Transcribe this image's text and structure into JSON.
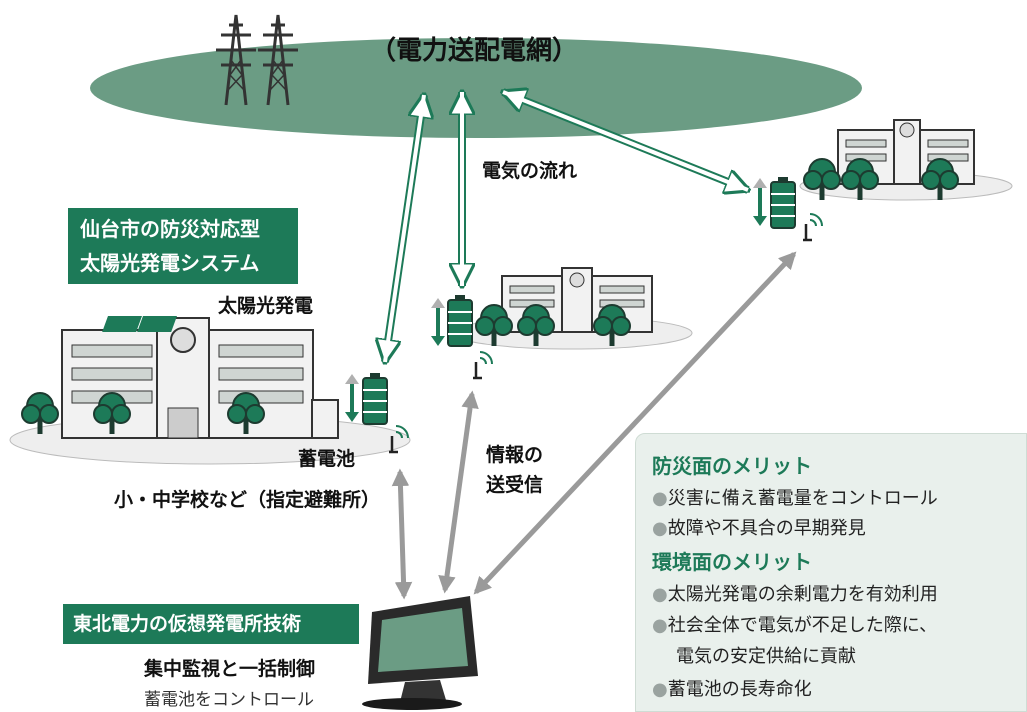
{
  "diagram": {
    "grid_label": "（電力送配電網）",
    "flow_label": "電気の流れ",
    "info_label_line1": "情報の",
    "info_label_line2": "送受信",
    "sendai_box_line1": "仙台市の防災対応型",
    "sendai_box_line2": "太陽光発電システム",
    "solar_label": "太陽光発電",
    "battery_label": "蓄電池",
    "school_label": "小・中学校など（指定避難所）",
    "tohoku_box": "東北電力の仮想発電所技術",
    "central_label": "集中監視と一括制御",
    "control_label": "蓄電池をコントロール"
  },
  "merits": {
    "disaster_title": "防災面のメリット",
    "disaster_items": [
      "災害に備え蓄電量をコントロール",
      "故障や不具合の早期発見"
    ],
    "env_title": "環境面のメリット",
    "env_items": [
      "太陽光発電の余剰電力を有効利用",
      "社会全体で電気が不足した際に、",
      "電気の安定供給に貢献",
      "蓄電池の長寿命化"
    ],
    "bullet": "●"
  },
  "colors": {
    "accent": "#1d7a58",
    "grid_ellipse": "#6b9c84",
    "arrow_gray": "#9a9a9a",
    "building": "#eeeeee"
  }
}
